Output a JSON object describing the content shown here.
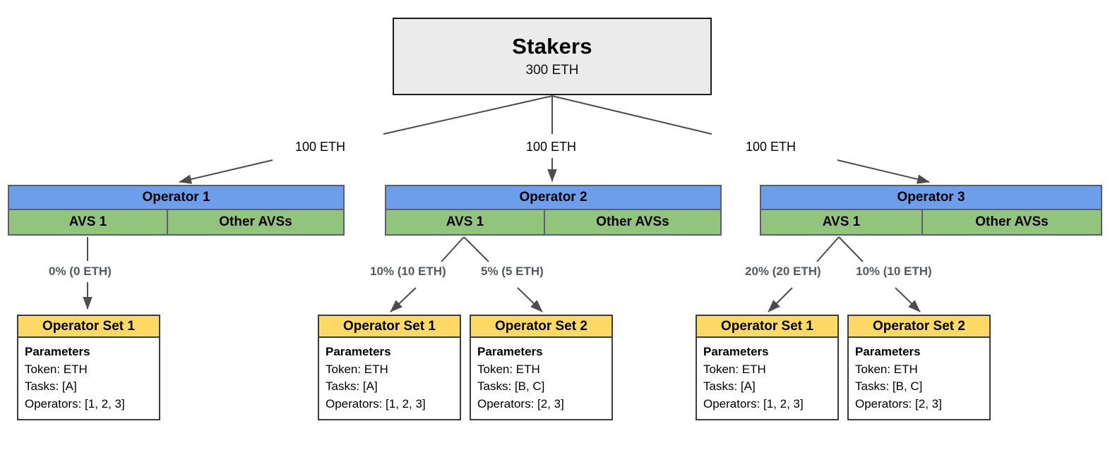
{
  "diagram": {
    "title": "EigenLayer Stakers / Operators / Operator Sets delegation diagram",
    "colors": {
      "stakers_fill": "#ebebeb",
      "operator_header_fill": "#6d9eeb",
      "avs_fill": "#93c47d",
      "opset_header_fill": "#ffd966",
      "opset_body_fill": "#ffffff",
      "node_stroke": "#58616b",
      "edge_stroke": "#4d4d4d",
      "pct_label_color": "#555a5e"
    }
  },
  "stakers": {
    "title": "Stakers",
    "amount": "300 ETH"
  },
  "stake_edges": [
    {
      "label": "100 ETH"
    },
    {
      "label": "100 ETH"
    },
    {
      "label": "100 ETH"
    }
  ],
  "operators": [
    {
      "name": "Operator 1",
      "avs_cells": [
        "AVS 1",
        "Other AVSs"
      ],
      "allocations": [
        {
          "label": "0% (0 ETH)",
          "percent": 0,
          "eth": 0
        }
      ]
    },
    {
      "name": "Operator 2",
      "avs_cells": [
        "AVS 1",
        "Other AVSs"
      ],
      "allocations": [
        {
          "label": "10% (10 ETH)",
          "percent": 10,
          "eth": 10
        },
        {
          "label": "5% (5 ETH)",
          "percent": 5,
          "eth": 5
        }
      ]
    },
    {
      "name": "Operator 3",
      "avs_cells": [
        "AVS 1",
        "Other AVSs"
      ],
      "allocations": [
        {
          "label": "20% (20 ETH)",
          "percent": 20,
          "eth": 20
        },
        {
          "label": "10% (10 ETH)",
          "percent": 10,
          "eth": 10
        }
      ]
    }
  ],
  "operator_sets": [
    {
      "id": "op1-set1",
      "title": "Operator Set 1",
      "params_heading": "Parameters",
      "params": [
        "Token: ETH",
        "Tasks: [A]",
        "Operators: [1, 2, 3]"
      ]
    },
    {
      "id": "op2-set1",
      "title": "Operator Set 1",
      "params_heading": "Parameters",
      "params": [
        "Token: ETH",
        "Tasks: [A]",
        "Operators: [1, 2, 3]"
      ]
    },
    {
      "id": "op2-set2",
      "title": "Operator Set 2",
      "params_heading": "Parameters",
      "params": [
        "Token: ETH",
        "Tasks: [B, C]",
        "Operators: [2, 3]"
      ]
    },
    {
      "id": "op3-set1",
      "title": "Operator Set 1",
      "params_heading": "Parameters",
      "params": [
        "Token: ETH",
        "Tasks: [A]",
        "Operators: [1, 2, 3]"
      ]
    },
    {
      "id": "op3-set2",
      "title": "Operator Set 2",
      "params_heading": "Parameters",
      "params": [
        "Token: ETH",
        "Tasks: [B, C]",
        "Operators: [2, 3]"
      ]
    }
  ]
}
